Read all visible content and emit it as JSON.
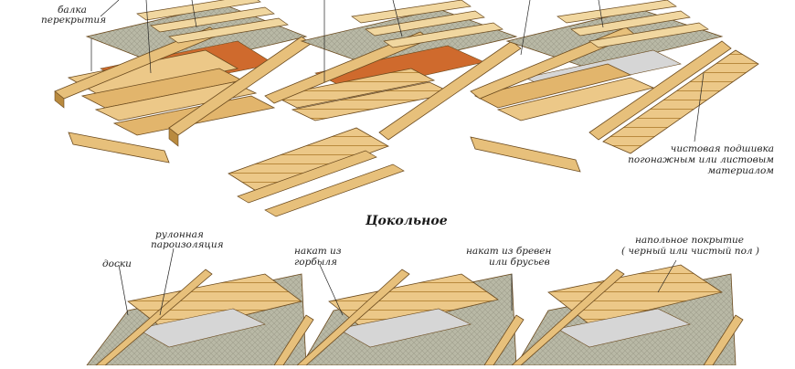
{
  "top_labels": {
    "beam_line1": "балка",
    "beam_line2": "перекрытия",
    "finish_line1": "чистовая подшивка",
    "finish_line2": "погонажным или листовым",
    "finish_line3": "материалом"
  },
  "section_title": "Цокольное",
  "bottom_labels": {
    "boards": "доски",
    "vapor_line1": "рулонная",
    "vapor_line2": "пароизоляция",
    "slab_line1": "накат из",
    "slab_line2": "горбыля",
    "logs_line1": "накат из бревен",
    "logs_line2": "или брусьев",
    "floor_line1": "напольное покрытие",
    "floor_line2": "( черный или чистый пол )"
  },
  "colors": {
    "wood": "#e7c07b",
    "wood_dark": "#b98a3e",
    "wood_light": "#f3d9a3",
    "insulation": "#b7b7a4",
    "vapor_orange": "#cf6a2d",
    "film": "#d6d6d6",
    "line": "#6b4a1e"
  }
}
